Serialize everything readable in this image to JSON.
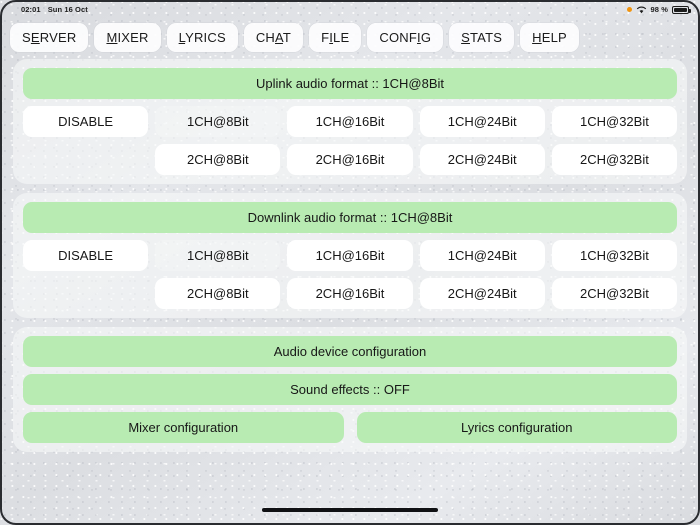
{
  "statusbar": {
    "time": "02:01",
    "date": "Sun 16 Oct",
    "battery_percent": "98 %",
    "recording_icon": "record-dot-icon",
    "wifi_icon": "wifi-icon",
    "battery_icon": "battery-icon"
  },
  "tabs": [
    {
      "label": "SERVER",
      "pre": "S",
      "key": "E",
      "post": "RVER"
    },
    {
      "label": "MIXER",
      "pre": "",
      "key": "M",
      "post": "IXER"
    },
    {
      "label": "LYRICS",
      "pre": "",
      "key": "L",
      "post": "YRICS"
    },
    {
      "label": "CHAT",
      "pre": "CH",
      "key": "A",
      "post": "T"
    },
    {
      "label": "FILE",
      "pre": "F",
      "key": "I",
      "post": "LE"
    },
    {
      "label": "CONFIG",
      "pre": "CONF",
      "key": "I",
      "post": "G"
    },
    {
      "label": "STATS",
      "pre": "",
      "key": "S",
      "post": "TATS"
    },
    {
      "label": "HELP",
      "pre": "",
      "key": "H",
      "post": "ELP"
    }
  ],
  "uplink": {
    "header": "Uplink audio format :: 1CH@8Bit",
    "disable_label": "DISABLE",
    "selected": "1CH@8Bit",
    "row1": [
      "1CH@8Bit",
      "1CH@16Bit",
      "1CH@24Bit",
      "1CH@32Bit"
    ],
    "row2": [
      "2CH@8Bit",
      "2CH@16Bit",
      "2CH@24Bit",
      "2CH@32Bit"
    ]
  },
  "downlink": {
    "header": "Downlink audio format :: 1CH@8Bit",
    "disable_label": "DISABLE",
    "selected": "1CH@8Bit",
    "row1": [
      "1CH@8Bit",
      "1CH@16Bit",
      "1CH@24Bit",
      "1CH@32Bit"
    ],
    "row2": [
      "2CH@8Bit",
      "2CH@16Bit",
      "2CH@24Bit",
      "2CH@32Bit"
    ]
  },
  "actions": {
    "audio_device": "Audio device configuration",
    "sound_effects": "Sound effects :: OFF",
    "mixer_config": "Mixer configuration",
    "lyrics_config": "Lyrics configuration"
  },
  "colors": {
    "green": "#b8ebb2",
    "button_white": "#ffffff",
    "accent_orange": "#f2940c",
    "text": "#171717"
  }
}
